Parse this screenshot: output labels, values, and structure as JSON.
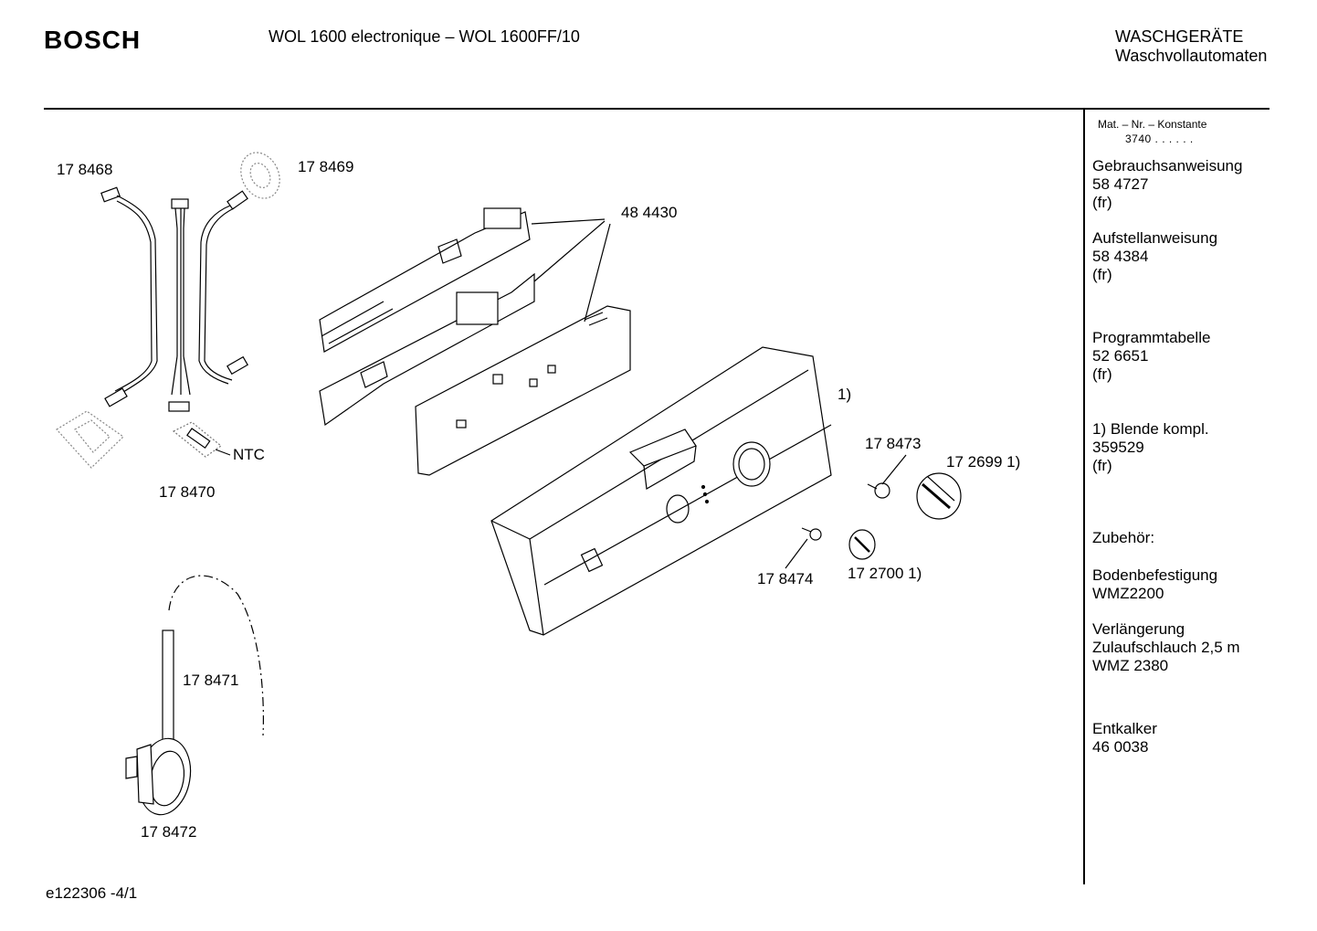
{
  "header": {
    "brand": "BOSCH",
    "model": "WOL 1600 electronique – WOL 1600FF/10",
    "category_line1": "WASCHGERÄTE",
    "category_line2": "Waschvollautomaten"
  },
  "sidebar": {
    "mat_label": "Mat. – Nr. – Konstante",
    "mat_value": "3740  .   .    .  .  .  .",
    "groups": [
      {
        "title": "Gebrauchsanweisung",
        "number": "58 4727",
        "note": "(fr)"
      },
      {
        "title": "Aufstellanweisung",
        "number": "58 4384",
        "note": "(fr)"
      },
      {
        "title": "Programmtabelle",
        "number": "52 6651",
        "note": "(fr)"
      },
      {
        "title": "1) Blende kompl.",
        "number": "359529",
        "note": "(fr)"
      }
    ],
    "accessories_heading": "Zubehör:",
    "accessories": [
      {
        "line1": "Bodenbefestigung",
        "line2": "WMZ2200",
        "line3": ""
      },
      {
        "line1": "Verlängerung",
        "line2": "Zulaufschlauch 2,5 m",
        "line3": "WMZ 2380"
      },
      {
        "line1": "Entkalker",
        "line2": "46 0038",
        "line3": ""
      }
    ]
  },
  "parts": {
    "p178468": "17 8468",
    "p178469": "17 8469",
    "p484430": "48 4430",
    "p178470": "17 8470",
    "ntc": "NTC",
    "note1": "1)",
    "p178473": "17 8473",
    "p172699": "17 2699 1)",
    "p178474": "17 8474",
    "p172700": "17 2700 1)",
    "p178471": "17 8471",
    "p178472": "17 8472"
  },
  "footer": {
    "doc_id": "e122306 -4/1"
  }
}
